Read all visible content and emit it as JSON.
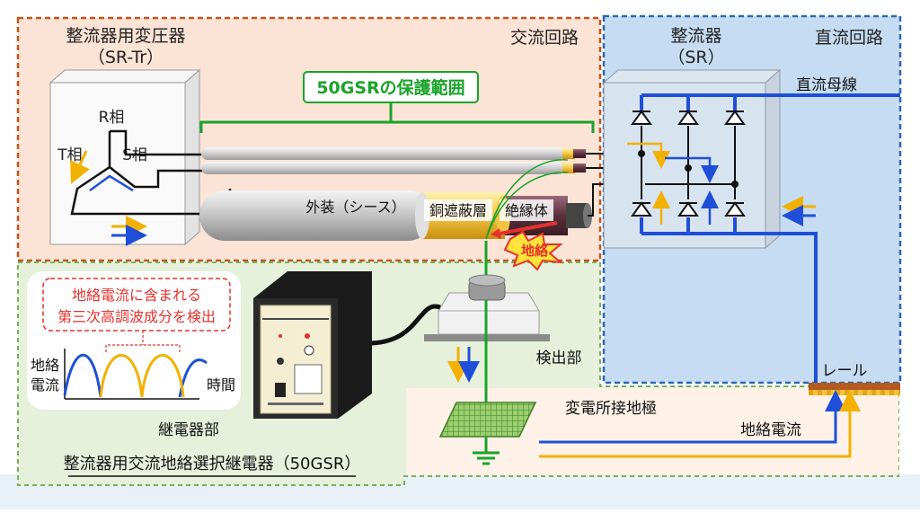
{
  "labels": {
    "ac_circuit": "交流回路",
    "dc_circuit": "直流回路",
    "transformer_title": "整流器用変圧器",
    "transformer_sub": "（SR-Tr）",
    "rectifier_title": "整流器",
    "rectifier_sub": "（SR）",
    "protection_range": "50GSRの保護範囲",
    "r_phase": "R相",
    "s_phase": "S相",
    "t_phase": "T相",
    "sheath": "外装（シース）",
    "copper_shield": "銅遮蔽層",
    "insulator": "絶縁体",
    "ground_fault": "地絡",
    "dc_bus": "直流母線",
    "rail": "レール",
    "detector": "検出部",
    "ground_electrode": "変電所接地極",
    "ground_current": "地絡電流",
    "relay_part": "継電器部",
    "relay_full": "整流器用交流地絡選択継電器（50GSR）",
    "callout_line1": "地絡電流に含まれる",
    "callout_line2": "第三次高調波成分を検出",
    "axis_y_line1": "地絡",
    "axis_y_line2": "電流",
    "axis_x": "時間"
  },
  "colors": {
    "ac_fill": "#fbe3d6",
    "ac_border": "#c0561c",
    "dc_fill": "#c6dcf2",
    "dc_border": "#2f67b4",
    "relay_fill": "#e6f0db",
    "relay_border": "#77b255",
    "green_wire": "#1aa32a",
    "blue": "#1f4fd8",
    "yellow": "#f2b100",
    "red": "#e5322d"
  }
}
